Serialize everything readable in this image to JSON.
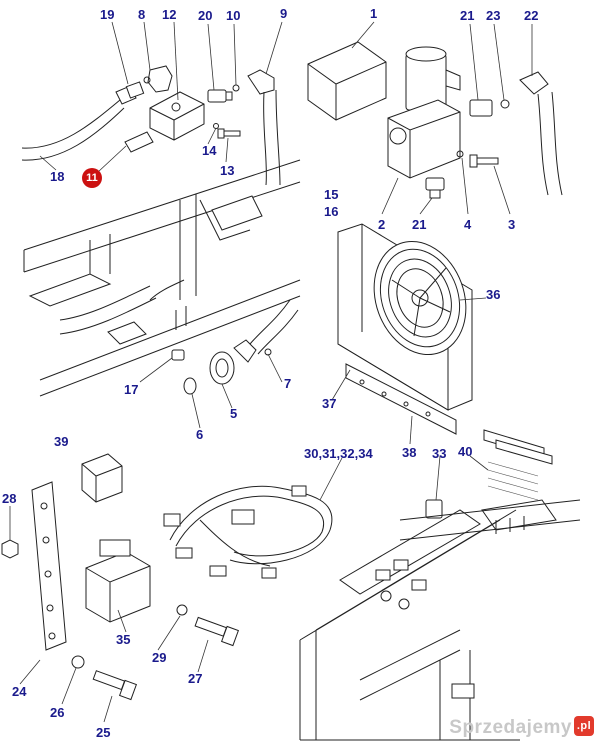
{
  "diagram": {
    "callouts": [
      {
        "id": "c19",
        "text": "19"
      },
      {
        "id": "c8",
        "text": "8"
      },
      {
        "id": "c12",
        "text": "12"
      },
      {
        "id": "c20",
        "text": "20"
      },
      {
        "id": "c10",
        "text": "10"
      },
      {
        "id": "c9",
        "text": "9"
      },
      {
        "id": "c1",
        "text": "1"
      },
      {
        "id": "c21a",
        "text": "21"
      },
      {
        "id": "c23",
        "text": "23"
      },
      {
        "id": "c22",
        "text": "22"
      },
      {
        "id": "c14",
        "text": "14"
      },
      {
        "id": "c13",
        "text": "13"
      },
      {
        "id": "c18",
        "text": "18"
      },
      {
        "id": "c2",
        "text": "2"
      },
      {
        "id": "c21b",
        "text": "21"
      },
      {
        "id": "c4",
        "text": "4"
      },
      {
        "id": "c3",
        "text": "3"
      },
      {
        "id": "c15",
        "text": "15"
      },
      {
        "id": "c16",
        "text": "16"
      },
      {
        "id": "c36",
        "text": "36"
      },
      {
        "id": "c17",
        "text": "17"
      },
      {
        "id": "c7",
        "text": "7"
      },
      {
        "id": "c5",
        "text": "5"
      },
      {
        "id": "c6",
        "text": "6"
      },
      {
        "id": "c37",
        "text": "37"
      },
      {
        "id": "c38",
        "text": "38"
      },
      {
        "id": "c39",
        "text": "39"
      },
      {
        "id": "c30",
        "text": "30,31,32,34"
      },
      {
        "id": "c33",
        "text": "33"
      },
      {
        "id": "c40",
        "text": "40"
      },
      {
        "id": "c28",
        "text": "28"
      },
      {
        "id": "c35",
        "text": "35"
      },
      {
        "id": "c29",
        "text": "29"
      },
      {
        "id": "c27",
        "text": "27"
      },
      {
        "id": "c24",
        "text": "24"
      },
      {
        "id": "c26",
        "text": "26"
      },
      {
        "id": "c25",
        "text": "25"
      }
    ],
    "highlight_badge": {
      "text": "11",
      "color": "#cc1111"
    },
    "callout_color": "#1a1a8c"
  },
  "watermark": {
    "text": "Sprzedajemy",
    "suffix": ".pl"
  }
}
